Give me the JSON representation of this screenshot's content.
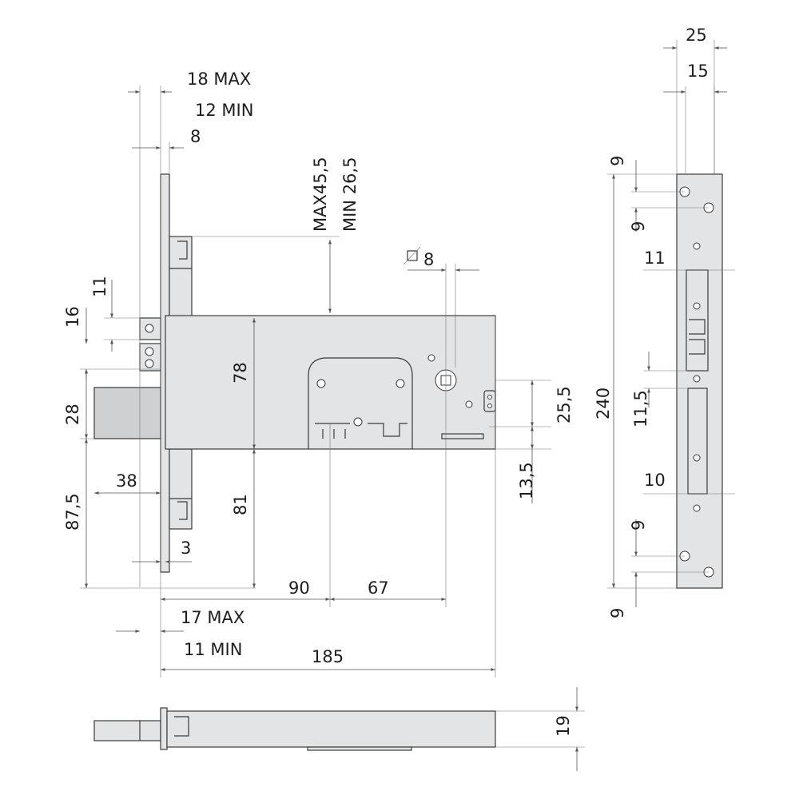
{
  "colors": {
    "metal": "#e3e4e5",
    "line": "#3a3a3a",
    "text": "#1e1e1e"
  },
  "front": {
    "dims": {
      "faceplate_max": "18 MAX",
      "faceplate_min": "12 MIN",
      "faceplate_thickness": "8",
      "backset_max": "MAX45,5",
      "backset_min": "MIN 26,5",
      "spindle_square": "8",
      "latch_gap": "11",
      "latch_height": "16",
      "bolt_height": "28",
      "bolt_throw": "38",
      "lower_offset": "87,5",
      "case_upper": "78",
      "case_lower": "81",
      "plate_step": "3",
      "cylinder_axis": "90",
      "axis_distance": "67",
      "strike_max": "17 MAX",
      "strike_min": "11 MIN",
      "case_length": "185",
      "spindle_offset": "25,5",
      "lower_gap": "13,5"
    }
  },
  "strike": {
    "dims": {
      "width_outer": "25",
      "width_inner": "15",
      "top_hole_a": "9",
      "top_hole_b": "9",
      "latch_slot": "11",
      "total_height": "240",
      "slot_height": "11,5",
      "bolt_slot": "10",
      "bottom_hole_a": "9",
      "bottom_hole_b": "9"
    }
  },
  "bottom": {
    "dims": {
      "thickness": "19"
    }
  }
}
